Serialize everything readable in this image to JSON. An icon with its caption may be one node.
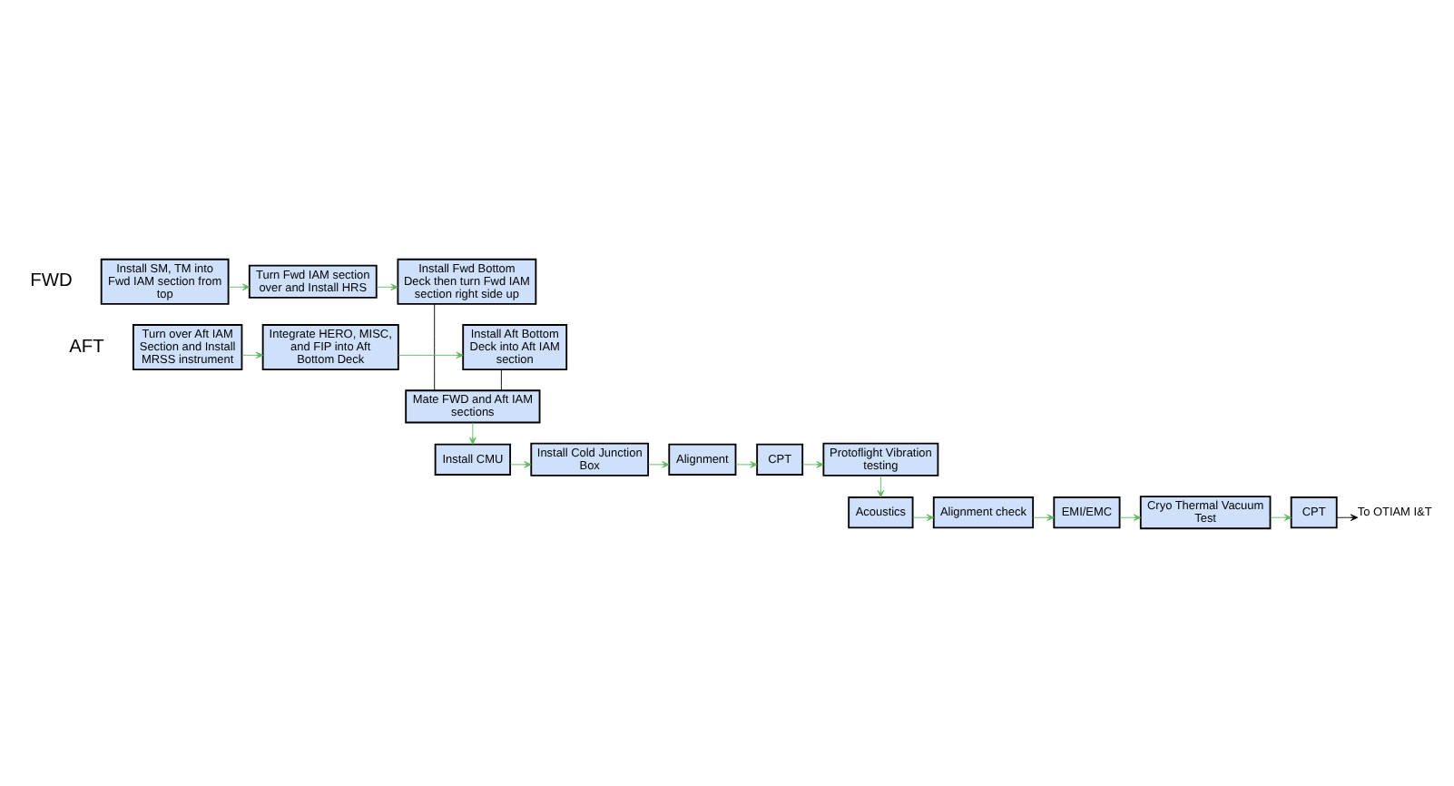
{
  "diagram": {
    "nodes": [
      {
        "text": [
          "Install SM, TM into Fwd IAM section from top"
        ]
      },
      {
        "text": [
          "Turn Fwd IAM section over and Install HRS"
        ]
      },
      {
        "text": [
          "Install Fwd Bottom Deck then turn Fwd IAM section right side up"
        ]
      },
      {
        "text": [
          "Turn over Aft IAM Section and Install MRSS instrument"
        ]
      },
      {
        "text": [
          "Integrate HERO, MISC, and FIP into Aft Bottom Deck"
        ]
      },
      {
        "text": [
          "Install Aft Bottom Deck into Aft IAM section"
        ]
      },
      {
        "text": [
          "Mate FWD and Aft IAM sections"
        ]
      },
      {
        "text": [
          "Install CMU"
        ]
      },
      {
        "text": [
          "Install Cold Junction Box"
        ]
      },
      {
        "text": [
          "Alignment"
        ]
      },
      {
        "text": [
          "CPT"
        ]
      },
      {
        "text": [
          "Protoflight Vibration testing"
        ]
      },
      {
        "text": [
          "Acoustics"
        ]
      },
      {
        "text": [
          "Alignment check"
        ]
      },
      {
        "text": [
          "EMI/EMC"
        ]
      },
      {
        "text": [
          "Cryo Thermal Vacuum Test"
        ]
      },
      {
        "text": [
          "CPT"
        ]
      },
      {
        "text": [
          "To OTIAM I&T"
        ]
      }
    ],
    "edges": [
      {
        "from": 0,
        "to": 1,
        "arrow": "to"
      },
      {
        "from": 1,
        "to": 2,
        "arrow": "to"
      },
      {
        "from": 2,
        "to": 6,
        "arrow": "none",
        "color": "#000000"
      },
      {
        "from": 3,
        "to": 4,
        "arrow": "to"
      },
      {
        "from": 4,
        "to": 5,
        "arrow": "to"
      },
      {
        "from": 5,
        "to": 6,
        "arrow": "none",
        "color": "#000000"
      },
      {
        "from": 6,
        "to": 7,
        "arrow": "to"
      },
      {
        "from": 7,
        "to": 8,
        "arrow": "to"
      },
      {
        "from": 8,
        "to": 9,
        "arrow": "to"
      },
      {
        "from": 9,
        "to": 10,
        "arrow": "to"
      },
      {
        "from": 10,
        "to": 11,
        "arrow": "to"
      },
      {
        "from": 11,
        "to": 12,
        "arrow": "to"
      },
      {
        "from": 12,
        "to": 13,
        "arrow": "to"
      },
      {
        "from": 13,
        "to": 14,
        "arrow": "to"
      },
      {
        "from": 14,
        "to": 15,
        "arrow": "to"
      },
      {
        "from": 15,
        "to": 16,
        "arrow": "to"
      },
      {
        "from": 16,
        "to": 17,
        "arrow": "to",
        "color": "#000000"
      }
    ],
    "labels": [
      "FWD",
      "AFT"
    ]
  }
}
